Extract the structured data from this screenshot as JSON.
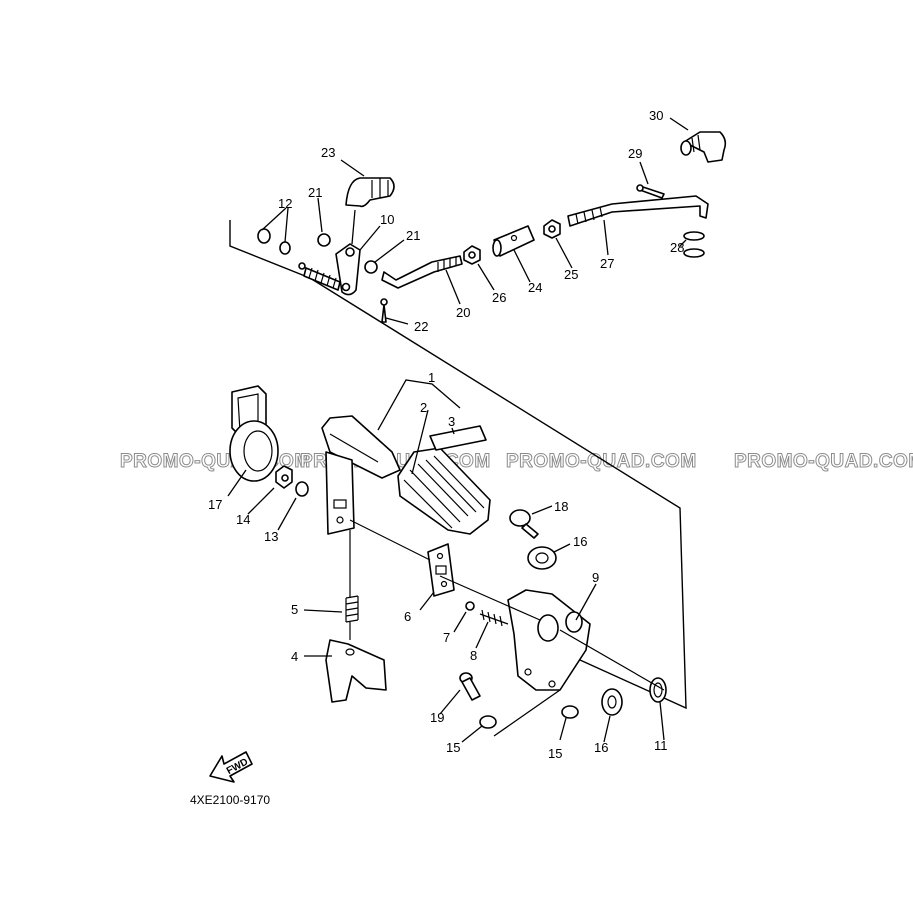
{
  "diagram_code": "4XE2100-9170",
  "fwd_label": "FWD",
  "watermark": "PROMO-QUAD.COM",
  "callouts": {
    "c1": "1",
    "c2": "2",
    "c3": "3",
    "c4": "4",
    "c5": "5",
    "c6": "6",
    "c7": "7",
    "c8": "8",
    "c9": "9",
    "c10": "10",
    "c11": "11",
    "c12": "12",
    "c13": "13",
    "c14": "14",
    "c15a": "15",
    "c15b": "15",
    "c16a": "16",
    "c16b": "16",
    "c17": "17",
    "c18": "18",
    "c19": "19",
    "c20": "20",
    "c21a": "21",
    "c21b": "21",
    "c22": "22",
    "c23": "23",
    "c24": "24",
    "c25": "25",
    "c26": "26",
    "c27": "27",
    "c28": "28",
    "c29": "29",
    "c30": "30"
  }
}
